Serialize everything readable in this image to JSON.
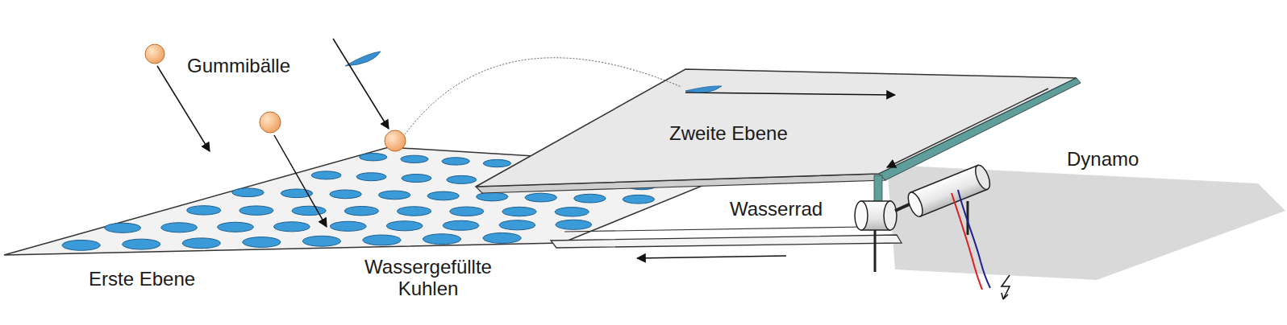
{
  "diagram": {
    "labels": [
      "Gummibälle",
      "Zweite Ebene",
      "Dynamo",
      "Wasserrad",
      "Erste Ebene",
      "Wassergefüllte Kuhlen"
    ]
  }
}
